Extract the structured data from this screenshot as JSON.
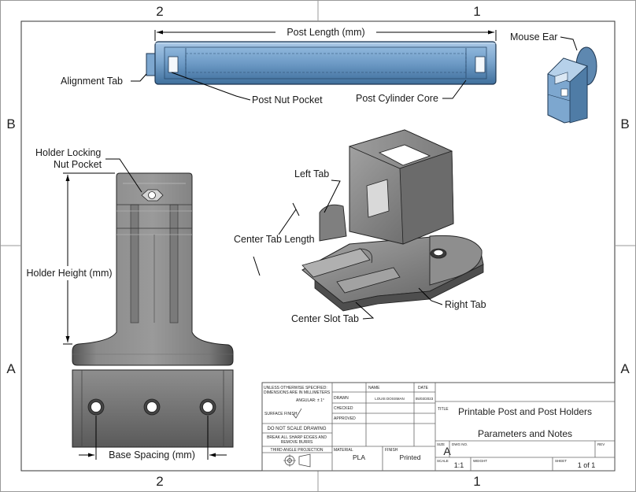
{
  "sheet": {
    "zones": {
      "top_left": "2",
      "top_right": "1",
      "bottom_left": "2",
      "bottom_right": "1",
      "left_upper": "B",
      "left_lower": "A",
      "right_upper": "B",
      "right_lower": "A"
    }
  },
  "callouts": {
    "post_length": "Post Length  (mm)",
    "alignment_tab": "Alignment Tab",
    "post_nut_pocket": "Post Nut Pocket",
    "post_cylinder_core": "Post Cylinder Core",
    "mouse_ear": "Mouse Ear",
    "holder_locking_1": "Holder Locking",
    "holder_locking_2": "Nut Pocket",
    "holder_height": "Holder Height (mm)",
    "base_spacing": "Base Spacing (mm)",
    "left_tab": "Left Tab",
    "center_tab_length": "Center Tab Length",
    "right_tab": "Right Tab",
    "center_slot_tab": "Center Slot Tab"
  },
  "title_block": {
    "tolerance_1": "UNLESS OTHERWISE SPECIFIED:",
    "tolerance_2": "DIMENSIONS ARE IN MILLIMETERS",
    "angular": "ANGULAR: ± 1°",
    "surface_finish": "SURFACE FINISH:",
    "do_not_scale": "DO NOT SCALE DRAWING",
    "break_edges_1": "BREAK ALL SHARP EDGES AND",
    "break_edges_2": "REMOVE BURRS",
    "projection": "THIRD ANGLE PROJECTION",
    "col_name": "NAME",
    "col_date": "DATE",
    "row_drawn": "DRAWN",
    "row_checked": "CHECKED",
    "row_approved": "APPROVED",
    "drawn_name": "LOUIS DOSSMAN",
    "drawn_date": "05/03/2023",
    "material_label": "MATERIAL",
    "material_value": "PLA",
    "finish_label": "FINISH",
    "finish_value": "Printed",
    "title_label": "TITLE",
    "title_line1": "Printable Post and Post Holders",
    "title_line2": "Parameters and Notes",
    "size_label": "SIZE",
    "size_value": "A",
    "dwg_label": "DWG NO.",
    "rev_label": "REV",
    "scale_label": "SCALE",
    "scale_value": "1:1",
    "weight_label": "WEIGHT",
    "sheet_label": "SHEET",
    "sheet_value": "1 of 1"
  },
  "colors": {
    "post_blue": "#7da7cf",
    "post_blue_dark": "#3f6f9c",
    "holder_gray": "#8c8c8c",
    "holder_gray_dark": "#4c4c4c"
  }
}
